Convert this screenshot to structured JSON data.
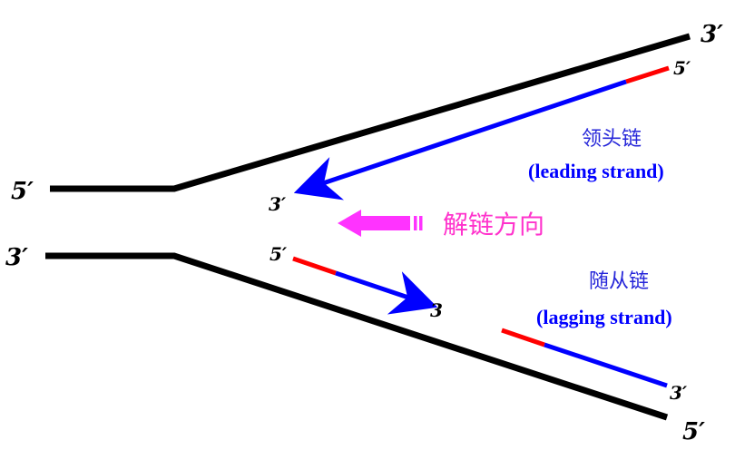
{
  "parent_strands": {
    "top_left_end": "5′",
    "top_right_end": "3′",
    "bottom_left_end": "3′",
    "bottom_right_end": "5′"
  },
  "leading_strand": {
    "label_cn": "领头链",
    "label_en": "(leading strand)",
    "start_end": "5′",
    "arrow_end": "3′"
  },
  "lagging_strand": {
    "label_cn": "随从链",
    "label_en": "(lagging strand)",
    "fragment1_start": "5′",
    "fragment1_end": "3",
    "fragment2_end": "3′"
  },
  "unwinding_direction": {
    "label": "解链方向"
  },
  "colors": {
    "parent_strand": "#000000",
    "new_strand": "#0000ff",
    "primer": "#ff0000",
    "direction_arrow": "#ff33ff",
    "cn_text": "#2626d9",
    "en_text": "#0000ff"
  }
}
